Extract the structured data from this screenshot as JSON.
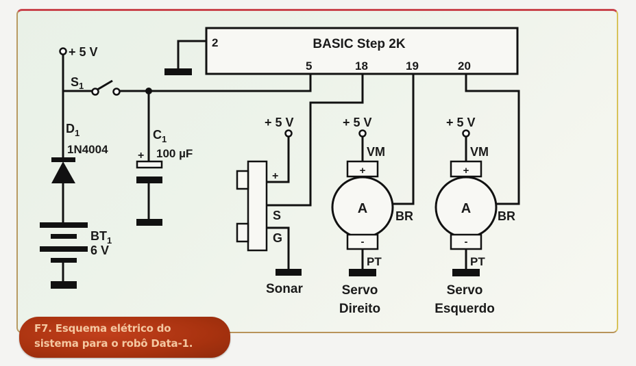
{
  "figure": {
    "caption_line1": "F7. Esquema elétrico do",
    "caption_line2": "sistema para o robô Data-1.",
    "frame_top_color": "#c9444c",
    "caption_bg_color": "#a8320f",
    "caption_text_color": "#f4c7a0"
  },
  "schematic": {
    "microcontroller": {
      "name": "BASIC Step 2K",
      "pins": {
        "p2": "2",
        "p5": "5",
        "p18": "18",
        "p19": "19",
        "p20": "20"
      }
    },
    "power": {
      "supply_label": "+ 5 V",
      "switch_label": "S",
      "switch_sub": "1",
      "diode_label": "D",
      "diode_sub": "1",
      "diode_part": "1N4004",
      "capacitor_label": "C",
      "capacitor_sub": "1",
      "capacitor_plus": "+",
      "capacitor_value": "100 µF",
      "battery_label": "BT",
      "battery_sub": "1",
      "battery_value": "6 V"
    },
    "sonar": {
      "supply_label": "+ 5 V",
      "pin_plus": "+",
      "pin_s": "S",
      "pin_g": "G",
      "name": "Sonar"
    },
    "servos": [
      {
        "supply_label": "+ 5 V",
        "vm_label": "VM",
        "plus": "+",
        "minus": "-",
        "motor_label": "A",
        "br_label": "BR",
        "pt_label": "PT",
        "name_line1": "Servo",
        "name_line2": "Direito"
      },
      {
        "supply_label": "+ 5 V",
        "vm_label": "VM",
        "plus": "+",
        "minus": "-",
        "motor_label": "A",
        "br_label": "BR",
        "pt_label": "PT",
        "name_line1": "Servo",
        "name_line2": "Esquerdo"
      }
    ]
  }
}
